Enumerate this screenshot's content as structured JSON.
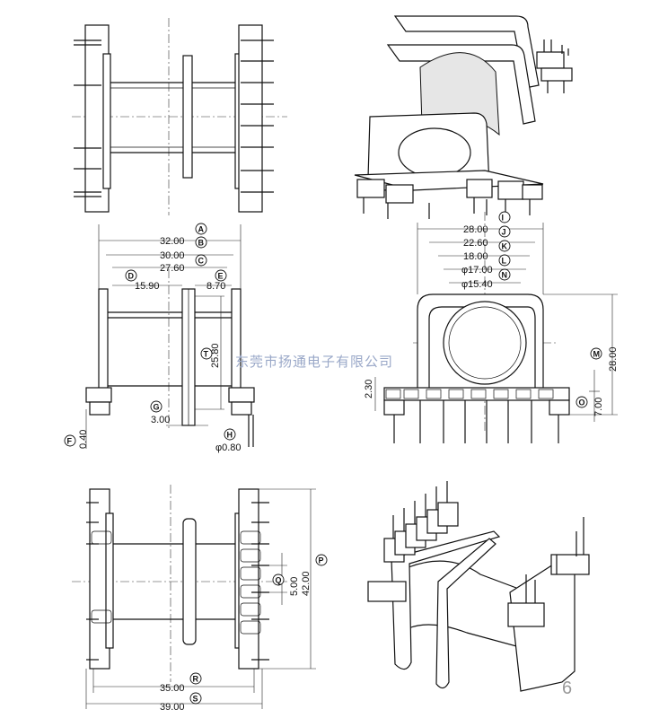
{
  "watermark": "东莞市扬通电子有限公司",
  "page_number": "6",
  "front_view": {
    "dims": [
      {
        "label": "A",
        "value": "32.00"
      },
      {
        "label": "B",
        "value": "30.00"
      },
      {
        "label": "C",
        "value": "27.60"
      },
      {
        "label": "D",
        "value": "15.90"
      },
      {
        "label": "E",
        "value": "8.70"
      },
      {
        "label": "T",
        "value": "25.80"
      },
      {
        "label": "G",
        "value": "3.00"
      },
      {
        "label": "F",
        "value": "0.40"
      },
      {
        "label": "H",
        "value": "φ0.80"
      }
    ]
  },
  "side_view": {
    "dims": [
      {
        "label": "I",
        "value": "28.00"
      },
      {
        "label": "J",
        "value": "22.60"
      },
      {
        "label": "K",
        "value": "18.00"
      },
      {
        "label": "L",
        "value": "φ17.00"
      },
      {
        "label": "N",
        "value": "φ15.40"
      },
      {
        "label": "M",
        "value": "28.00"
      },
      {
        "label": "O",
        "value": "7.00"
      },
      {
        "label": "",
        "value": "2.30"
      }
    ]
  },
  "bottom_view": {
    "dims": [
      {
        "label": "P",
        "value": "42.00"
      },
      {
        "label": "Q",
        "value": "5.00"
      },
      {
        "label": "R",
        "value": "35.00"
      },
      {
        "label": "S",
        "value": "39.00"
      }
    ]
  }
}
